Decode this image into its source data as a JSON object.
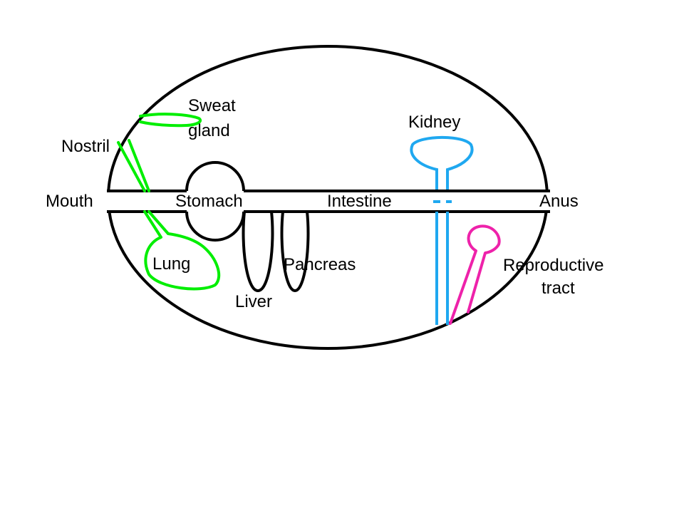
{
  "labels": {
    "sweat_gland_line1": "Sweat",
    "sweat_gland_line2": "gland",
    "nostril": "Nostril",
    "mouth": "Mouth",
    "stomach": "Stomach",
    "intestine": "Intestine",
    "anus": "Anus",
    "kidney": "Kidney",
    "lung": "Lung",
    "liver": "Liver",
    "pancreas": "Pancreas",
    "reproductive_line1": "Reproductive",
    "reproductive_line2": "tract"
  },
  "colors": {
    "body_outline": "#000000",
    "respiratory": "#00ee00",
    "excretory": "#1fa8f0",
    "reproductive": "#ee22aa"
  }
}
